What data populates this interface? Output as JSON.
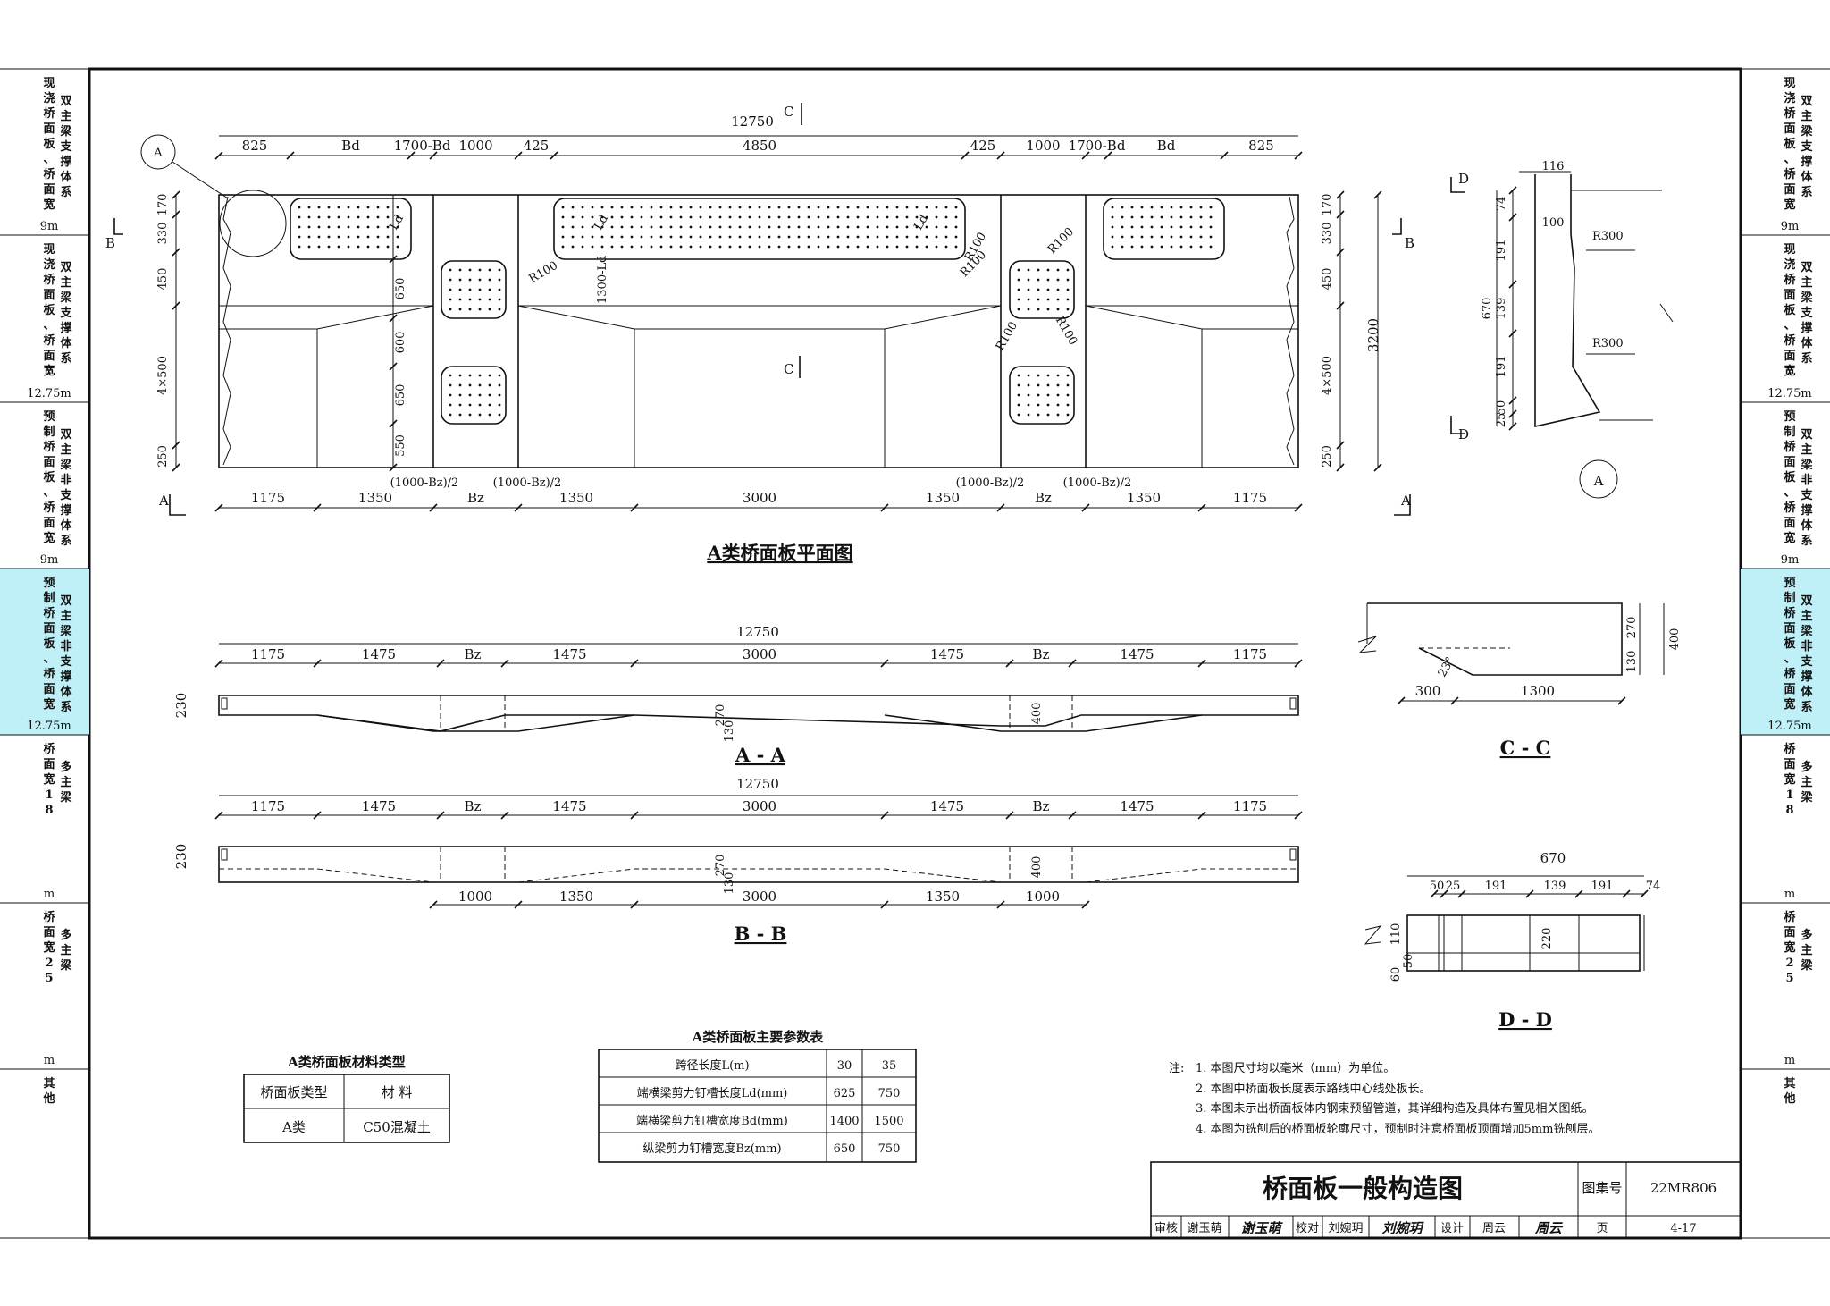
{
  "side_tabs_left": [
    {
      "main": "现浇桥面板、桥面宽",
      "sub": "双主梁支撑体系",
      "width": "9m"
    },
    {
      "main": "现浇桥面板、桥面宽",
      "sub": "双主梁支撑体系",
      "width": "12.75m"
    },
    {
      "main": "预制桥面板、桥面宽",
      "sub": "双主梁非支撑体系",
      "width": "9m"
    },
    {
      "main": "预制桥面板、桥面宽",
      "sub": "双主梁非支撑体系",
      "width": "12.75m"
    },
    {
      "main": "桥面宽18",
      "sub": "多主梁",
      "width": "m"
    },
    {
      "main": "桥面宽25",
      "sub": "多主梁",
      "width": "m"
    },
    {
      "main": "其他",
      "sub": "",
      "width": ""
    }
  ],
  "highlight_color": "#bfeff7",
  "plan": {
    "title": "A类桥面板平面图",
    "total": "12750",
    "top_dims": [
      "825",
      "Bd",
      "1700-Bd",
      "1000",
      "425",
      "4850",
      "425",
      "1000",
      "1700-Bd",
      "Bd",
      "825"
    ],
    "bottom_dims": [
      "1175",
      "1350",
      "Bz",
      "1350",
      "3000",
      "1350",
      "Bz",
      "1350",
      "1175"
    ],
    "bottom_notes": [
      "(1000-Bz)/2",
      "(1000-Bz)/2",
      "(1000-Bz)/2",
      "(1000-Bz)/2"
    ],
    "left_dims": [
      "170",
      "330",
      "450",
      "4×500",
      "250"
    ],
    "left_mid": [
      "650",
      "600",
      "650",
      "550"
    ],
    "right_dims": [
      "170",
      "330",
      "450",
      "4×500",
      "250"
    ],
    "right_total": "3200",
    "radii": [
      "R100",
      "R100",
      "R100",
      "R100",
      "R100",
      "R100"
    ],
    "labels": {
      "ld": "Ld",
      "ld2": "Ld",
      "ld3": "Ld",
      "l1300": "1300-Ld",
      "a_circle": "A",
      "b": "B",
      "a": "A",
      "c": "C"
    }
  },
  "section_aa": {
    "title": "A - A",
    "total": "12750",
    "dims": [
      "1175",
      "1475",
      "Bz",
      "1475",
      "3000",
      "1475",
      "Bz",
      "1475",
      "1175"
    ],
    "left": "230",
    "mid_a": "270",
    "mid_b": "130",
    "right_mid": "400"
  },
  "section_bb": {
    "title": "B - B",
    "total": "12750",
    "dims": [
      "1175",
      "1475",
      "Bz",
      "1475",
      "3000",
      "1475",
      "Bz",
      "1475",
      "1175"
    ],
    "bottom": [
      "1000",
      "1350",
      "3000",
      "1350",
      "1000"
    ],
    "left": "230",
    "mid_a": "270",
    "mid_b": "130",
    "right_mid": "400"
  },
  "detail_a": {
    "label": "A",
    "d": "D",
    "dims": [
      "116",
      "100",
      "74",
      "191",
      "139",
      "191",
      "670",
      "50",
      "25"
    ],
    "radius": [
      "R300",
      "R300"
    ]
  },
  "section_cc": {
    "title": "C - C",
    "dims": [
      "300",
      "1300",
      "270",
      "130",
      "400"
    ],
    "angle": "23°"
  },
  "section_dd": {
    "title": "D - D",
    "dims": [
      "670",
      "50",
      "25",
      "191",
      "139",
      "191",
      "74",
      "110",
      "60",
      "50",
      "220"
    ]
  },
  "material_table": {
    "title": "A类桥面板材料类型",
    "headers": [
      "桥面板类型",
      "材 料"
    ],
    "rows": [
      [
        "A类",
        "C50混凝土"
      ]
    ]
  },
  "param_table": {
    "title": "A类桥面板主要参数表",
    "rows": [
      [
        "跨径长度L(m)",
        "30",
        "35"
      ],
      [
        "端横梁剪力钉槽长度Ld(mm)",
        "625",
        "750"
      ],
      [
        "端横梁剪力钉槽宽度Bd(mm)",
        "1400",
        "1500"
      ],
      [
        "纵梁剪力钉槽宽度Bz(mm)",
        "650",
        "750"
      ]
    ]
  },
  "notes": {
    "label": "注:",
    "items": [
      "1. 本图尺寸均以毫米（mm）为单位。",
      "2. 本图中桥面板长度表示路线中心线处板长。",
      "3. 本图未示出桥面板体内钢束预留管道，其详细构造及具体布置见相关图纸。",
      "4. 本图为铣刨后的桥面板轮廓尺寸，预制时注意桥面板顶面增加5mm铣刨层。"
    ]
  },
  "title_block": {
    "drawing_title": "桥面板一般构造图",
    "atlas_label": "图集号",
    "atlas_no": "22MR806",
    "review_label": "审核",
    "reviewer": "谢玉萌",
    "reviewer_sign": "谢玉萌",
    "check_label": "校对",
    "checker": "刘婉玥",
    "checker_sign": "刘婉玥",
    "design_label": "设计",
    "designer": "周云",
    "designer_sign": "周云",
    "page_label": "页",
    "page_no": "4-17"
  }
}
